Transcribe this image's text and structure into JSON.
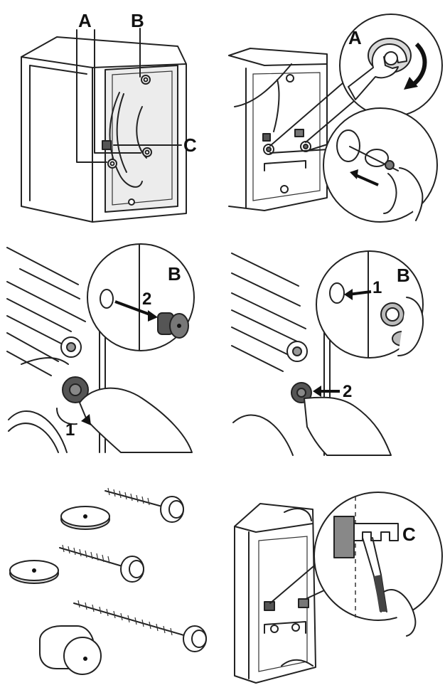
{
  "panels": {
    "p1": {
      "label_a": "A",
      "label_b": "B",
      "label_c": "C"
    },
    "p2": {
      "label_a": "A"
    },
    "p3": {
      "label_b": "B",
      "step_1": "1",
      "step_2": "2"
    },
    "p4": {
      "label_b": "B",
      "step_1": "1",
      "step_2": "2"
    },
    "p6": {
      "label_c": "C"
    }
  },
  "colors": {
    "line": "#222222",
    "grey": "#d9d9d9",
    "dark": "#8c8c8c"
  }
}
